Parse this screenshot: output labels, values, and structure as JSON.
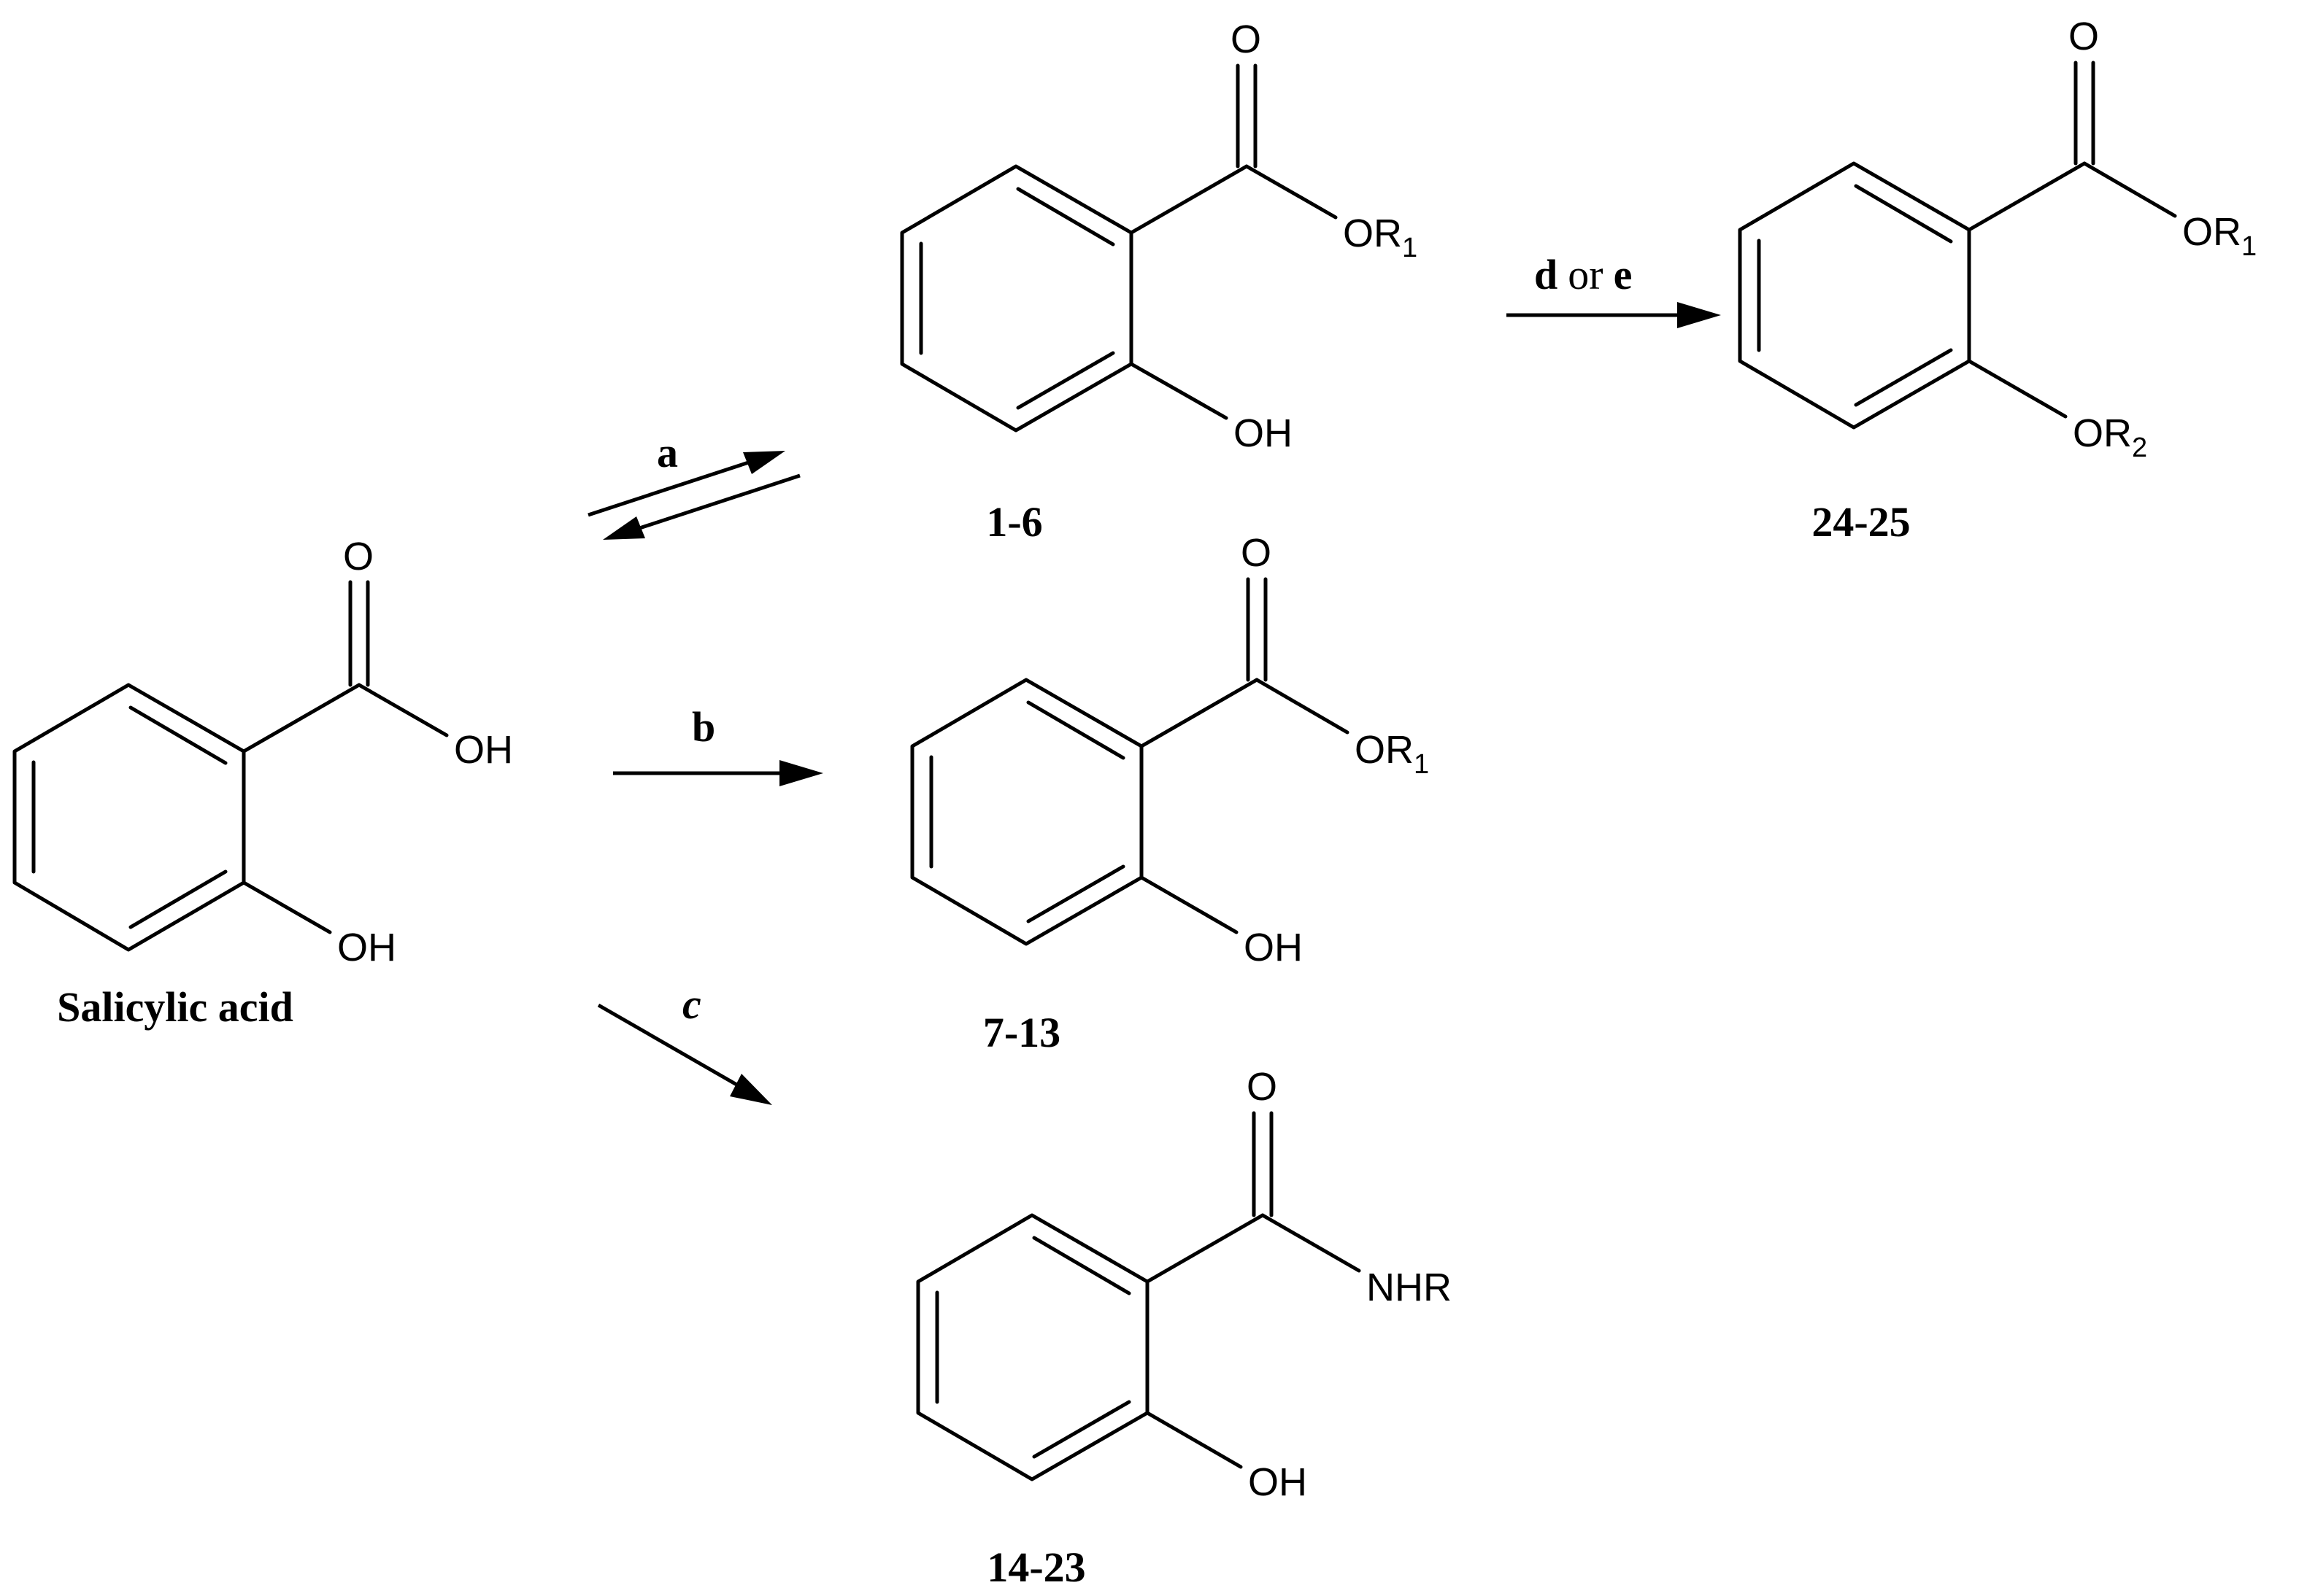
{
  "compounds": {
    "salicylic_acid": {
      "label": "Salicylic acid",
      "atoms": {
        "carbonyl_o": "O",
        "acid_oh": "OH",
        "ring_oh": "OH"
      }
    },
    "esters_a": {
      "label": "1-6",
      "atoms": {
        "carbonyl_o": "O",
        "ester_o": "OR",
        "ester_sub": "1",
        "ring_oh": "OH"
      }
    },
    "esters_b": {
      "label": "7-13",
      "atoms": {
        "carbonyl_o": "O",
        "ester_o": "OR",
        "ester_sub": "1",
        "ring_oh": "OH"
      }
    },
    "amides": {
      "label": "14-23",
      "atoms": {
        "carbonyl_o": "O",
        "amide_n": "NHR",
        "ring_oh": "OH"
      }
    },
    "ethers": {
      "label": "24-25",
      "atoms": {
        "carbonyl_o": "O",
        "ester_o": "OR",
        "ester_sub": "1",
        "ether_o": "OR",
        "ether_sub": "2"
      }
    }
  },
  "reagents": {
    "a": "a",
    "b": "b",
    "c": "c",
    "d_or_e": {
      "d": "d",
      "or": "or",
      "e": "e"
    }
  }
}
